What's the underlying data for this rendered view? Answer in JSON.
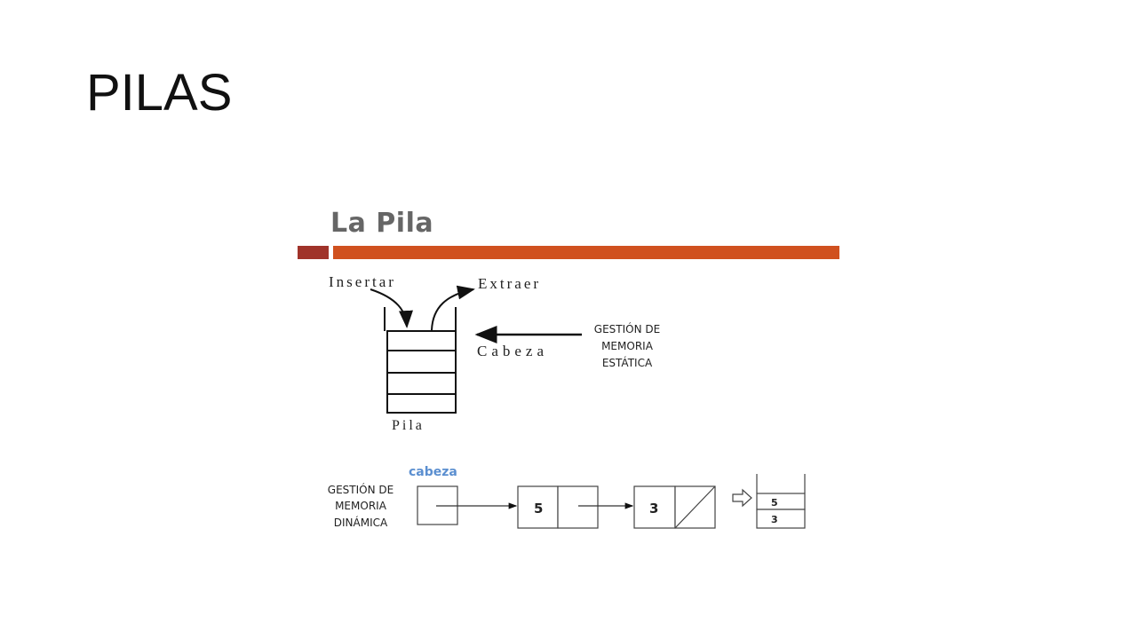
{
  "slide": {
    "title": "PILAS"
  },
  "figure": {
    "heading": "La Pila",
    "colors": {
      "bar_dark": "#a0332a",
      "bar_orange": "#d0511f",
      "cabeza_blue": "#5b8fd0"
    },
    "static": {
      "insert_label": "Insertar",
      "extract_label": "Extraer",
      "head_label": "Cabeza",
      "stack_label": "Pila",
      "note_lines": [
        "GESTIÓN DE",
        "MEMORIA",
        "ESTÁTICA"
      ]
    },
    "dynamic": {
      "head_label": "cabeza",
      "note_lines": [
        "GESTIÓN DE",
        "MEMORIA",
        "DINÁMICA"
      ],
      "nodes": [
        "5",
        "3"
      ],
      "result_stack": [
        "5",
        "3"
      ]
    }
  }
}
